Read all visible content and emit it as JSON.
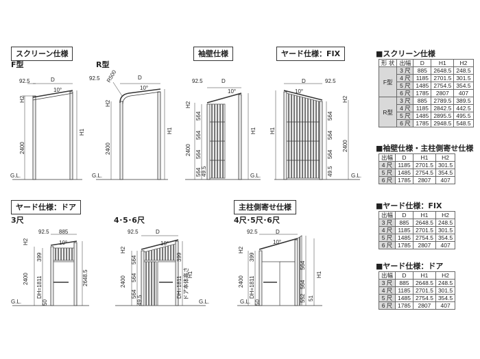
{
  "sections": {
    "screen": "スクリーン仕様",
    "sode": "袖壁仕様",
    "yard_fix": "ヤード仕様：FIX",
    "yard_door": "ヤード仕様：ドア",
    "shuchu": "主柱側寄せ仕様"
  },
  "subs": {
    "f": "F型",
    "r": "R型",
    "s3": "3尺",
    "s456": "4･5･6尺",
    "s456b": "4尺･5尺･6尺"
  },
  "dims": {
    "d": "D",
    "h1": "H1",
    "h2": "H2",
    "angle": "10°",
    "d925": "92.5",
    "d2400": "2400",
    "gl": "G.L.",
    "r500": "R500",
    "d564": "564",
    "d495": "49.5",
    "d885": "885",
    "d399": "399",
    "dh1811": "DH=1811",
    "d26485": "2648.5",
    "d50": "50",
    "d552": "552",
    "d51": "51",
    "door_note": "ドア本体高さ"
  },
  "tables": {
    "screen": {
      "title": "■スクリーン仕様",
      "headers": [
        "形 状",
        "出幅",
        "D",
        "H1",
        "H2"
      ],
      "groups": [
        {
          "type": "F型",
          "rows": [
            [
              "3 尺",
              "885",
              "2648.5",
              "248.5"
            ],
            [
              "4 尺",
              "1185",
              "2701.5",
              "301.5"
            ],
            [
              "5 尺",
              "1485",
              "2754.5",
              "354.5"
            ],
            [
              "6 尺",
              "1785",
              "2807",
              "407"
            ]
          ]
        },
        {
          "type": "R型",
          "rows": [
            [
              "3 尺",
              "885",
              "2789.5",
              "389.5"
            ],
            [
              "4 尺",
              "1185",
              "2842.5",
              "442.5"
            ],
            [
              "5 尺",
              "1485",
              "2895.5",
              "495.5"
            ],
            [
              "6 尺",
              "1785",
              "2948.5",
              "548.5"
            ]
          ]
        }
      ]
    },
    "sode": {
      "title": "■袖壁仕様・主柱側寄せ仕様",
      "headers": [
        "出幅",
        "D",
        "H1",
        "H2"
      ],
      "rows": [
        [
          "4 尺",
          "1185",
          "2701.5",
          "301.5"
        ],
        [
          "5 尺",
          "1485",
          "2754.5",
          "354.5"
        ],
        [
          "6 尺",
          "1785",
          "2807",
          "407"
        ]
      ]
    },
    "fix": {
      "title": "■ヤード仕様：FIX",
      "headers": [
        "出幅",
        "D",
        "H1",
        "H2"
      ],
      "rows": [
        [
          "3 尺",
          "885",
          "2648.5",
          "248.5"
        ],
        [
          "4 尺",
          "1185",
          "2701.5",
          "301.5"
        ],
        [
          "5 尺",
          "1485",
          "2754.5",
          "354.5"
        ],
        [
          "6 尺",
          "1785",
          "2807",
          "407"
        ]
      ]
    },
    "door": {
      "title": "■ヤード仕様：ドア",
      "headers": [
        "出幅",
        "D",
        "H1",
        "H2"
      ],
      "rows": [
        [
          "3 尺",
          "885",
          "2648.5",
          "248.5"
        ],
        [
          "4 尺",
          "1185",
          "2701.5",
          "301.5"
        ],
        [
          "5 尺",
          "1485",
          "2754.5",
          "354.5"
        ],
        [
          "6 尺",
          "1785",
          "2807",
          "407"
        ]
      ]
    }
  }
}
